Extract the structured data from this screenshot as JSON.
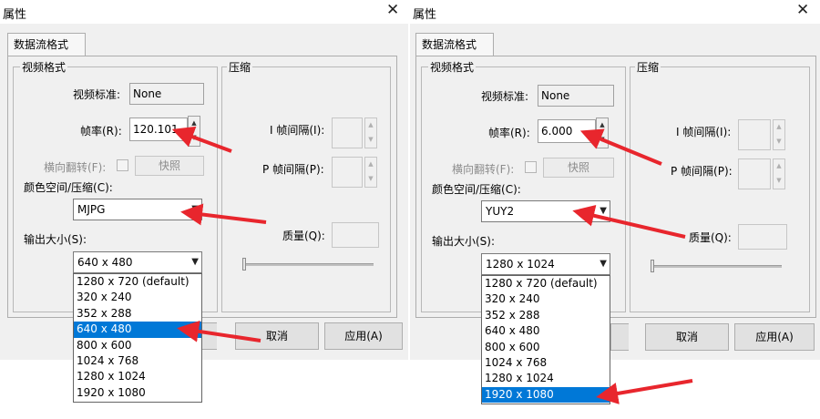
{
  "dialogs": [
    {
      "title": "属性",
      "tab": "数据流格式",
      "video_group_label": "视频格式",
      "compress_group_label": "压缩",
      "video_standard_label": "视频标准:",
      "video_standard_value": "None",
      "framerate_label": "帧率(R):",
      "framerate_value": "120.101",
      "flip_label": "横向翻转(F):",
      "snapshot_label": "快照",
      "colorspace_label": "颜色空间/压缩(C):",
      "colorspace_value": "MJPG",
      "output_size_label": "输出大小(S):",
      "output_size_value": "640 x 480",
      "iframe_label": "I 帧间隔(I):",
      "pframe_label": "P 帧间隔(P):",
      "quality_label": "质量(Q):",
      "cancel_label": "取消",
      "apply_label": "应用(A)",
      "size_options": [
        "1280 x 720  (default)",
        "320 x 240",
        "352 x 288",
        "640 x 480",
        "800 x 600",
        "1024 x 768",
        "1280 x 1024",
        "1920 x 1080"
      ],
      "selected_index": 3
    },
    {
      "title": "属性",
      "tab": "数据流格式",
      "video_group_label": "视频格式",
      "compress_group_label": "压缩",
      "video_standard_label": "视频标准:",
      "video_standard_value": "None",
      "framerate_label": "帧率(R):",
      "framerate_value": "6.000",
      "flip_label": "横向翻转(F):",
      "snapshot_label": "快照",
      "colorspace_label": "颜色空间/压缩(C):",
      "colorspace_value": "YUY2",
      "output_size_label": "输出大小(S):",
      "output_size_value": "1280 x 1024",
      "iframe_label": "I 帧间隔(I):",
      "pframe_label": "P 帧间隔(P):",
      "quality_label": "质量(Q):",
      "cancel_label": "取消",
      "apply_label": "应用(A)",
      "size_options": [
        "1280 x 720  (default)",
        "320 x 240",
        "352 x 288",
        "640 x 480",
        "800 x 600",
        "1024 x 768",
        "1280 x 1024",
        "1920 x 1080"
      ],
      "selected_index": 7
    }
  ],
  "icons": {
    "close": "close-icon",
    "spin_up": "spin-up-icon",
    "spin_down": "spin-down-icon",
    "dropdown": "chevron-down-icon",
    "annotation": "red-arrow-icon"
  },
  "colors": {
    "selection": "#0078d7",
    "annotation": "#e8262d",
    "dialog_bg": "#f0f0f0"
  }
}
